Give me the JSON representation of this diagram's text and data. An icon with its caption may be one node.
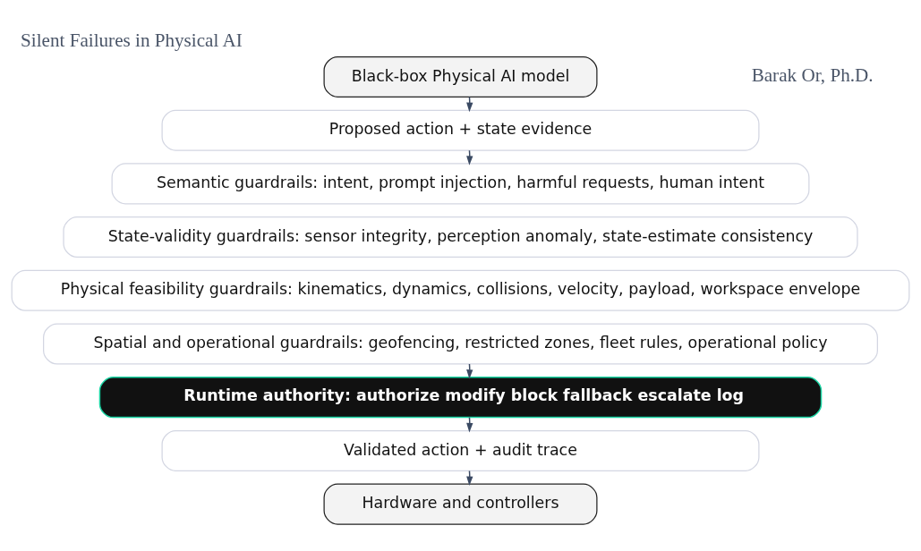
{
  "diagram": {
    "title": "Silent Failures in Physical AI",
    "nodes": [
      {
        "text": [
          "Black-box Physical AI model"
        ]
      },
      {
        "text": [
          "Proposed action + state evidence"
        ]
      },
      {
        "text": [
          "Semantic guardrails: intent, prompt injection, harmful requests, human intent"
        ]
      },
      {
        "text": [
          "State-validity guardrails: sensor integrity, perception anomaly, state-estimate consistency"
        ]
      },
      {
        "text": [
          "Physical feasibility guardrails: kinematics, dynamics, collisions, velocity, payload, workspace envelope"
        ]
      },
      {
        "text": [
          "Spatial and operational guardrails: geofencing, restricted zones, fleet rules, operational policy"
        ]
      },
      {
        "text": [
          "Runtime authority: authorize modify block fallback escalate log"
        ]
      },
      {
        "text": [
          "Validated action + audit trace"
        ]
      },
      {
        "text": [
          "Hardware and controllers"
        ]
      }
    ],
    "edges": [
      {
        "from": 0,
        "to": 1,
        "arrow": "to"
      },
      {
        "from": 1,
        "to": 2,
        "arrow": "to"
      },
      {
        "from": 5,
        "to": 6,
        "arrow": "to"
      },
      {
        "from": 6,
        "to": 7,
        "arrow": "to"
      },
      {
        "from": 7,
        "to": 8,
        "arrow": "to"
      }
    ],
    "labels": [
      "Barak Or, Ph.D."
    ]
  }
}
